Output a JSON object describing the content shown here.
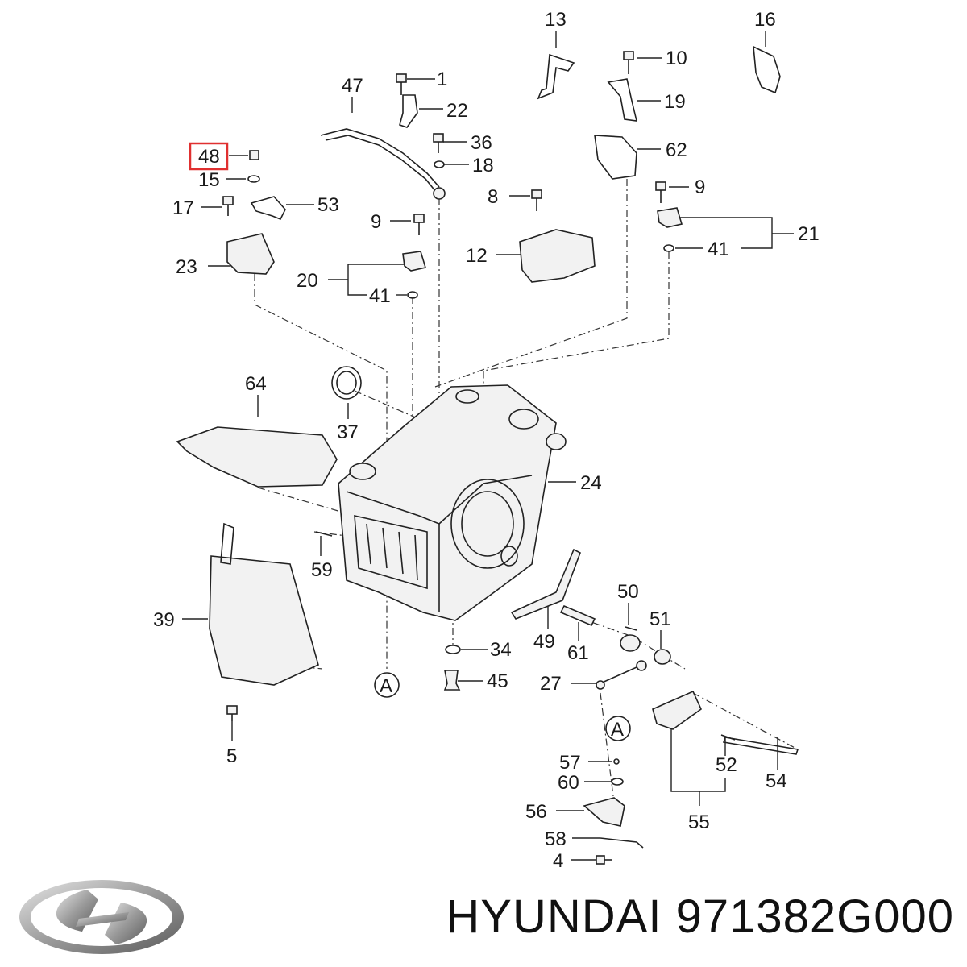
{
  "brand": {
    "name": "HYUNDAI",
    "part_number": "971382G000",
    "logo_icon": "hyundai-logo-icon"
  },
  "highlight": {
    "label": "48",
    "color": "#e03030"
  },
  "labels": [
    {
      "id": "13",
      "text": "13"
    },
    {
      "id": "16",
      "text": "16"
    },
    {
      "id": "10",
      "text": "10"
    },
    {
      "id": "1",
      "text": "1"
    },
    {
      "id": "47",
      "text": "47"
    },
    {
      "id": "22",
      "text": "22"
    },
    {
      "id": "19",
      "text": "19"
    },
    {
      "id": "36",
      "text": "36"
    },
    {
      "id": "62",
      "text": "62"
    },
    {
      "id": "48",
      "text": "48"
    },
    {
      "id": "18",
      "text": "18"
    },
    {
      "id": "15",
      "text": "15"
    },
    {
      "id": "9a",
      "text": "9"
    },
    {
      "id": "8",
      "text": "8"
    },
    {
      "id": "17",
      "text": "17"
    },
    {
      "id": "53",
      "text": "53"
    },
    {
      "id": "21",
      "text": "21"
    },
    {
      "id": "9b",
      "text": "9"
    },
    {
      "id": "41a",
      "text": "41"
    },
    {
      "id": "12",
      "text": "12"
    },
    {
      "id": "23",
      "text": "23"
    },
    {
      "id": "20",
      "text": "20"
    },
    {
      "id": "41b",
      "text": "41"
    },
    {
      "id": "64",
      "text": "64"
    },
    {
      "id": "37",
      "text": "37"
    },
    {
      "id": "24",
      "text": "24"
    },
    {
      "id": "59",
      "text": "59"
    },
    {
      "id": "50",
      "text": "50"
    },
    {
      "id": "51",
      "text": "51"
    },
    {
      "id": "39",
      "text": "39"
    },
    {
      "id": "34",
      "text": "34"
    },
    {
      "id": "49",
      "text": "49"
    },
    {
      "id": "61",
      "text": "61"
    },
    {
      "id": "45",
      "text": "45"
    },
    {
      "id": "27",
      "text": "27"
    },
    {
      "id": "A1",
      "text": "A"
    },
    {
      "id": "5",
      "text": "5"
    },
    {
      "id": "A2",
      "text": "A"
    },
    {
      "id": "57",
      "text": "57"
    },
    {
      "id": "52",
      "text": "52"
    },
    {
      "id": "54",
      "text": "54"
    },
    {
      "id": "60",
      "text": "60"
    },
    {
      "id": "56",
      "text": "56"
    },
    {
      "id": "55",
      "text": "55"
    },
    {
      "id": "58",
      "text": "58"
    },
    {
      "id": "4",
      "text": "4"
    }
  ]
}
